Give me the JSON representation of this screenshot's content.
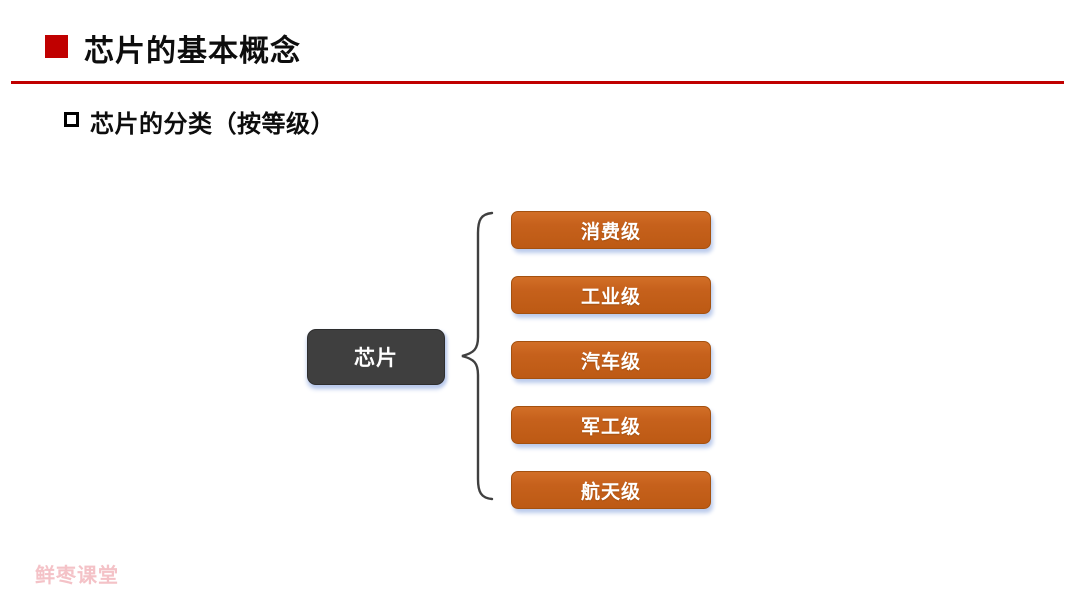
{
  "slide": {
    "title": "芯片的基本概念",
    "subtitle": "芯片的分类（按等级）",
    "watermark": "鲜枣课堂"
  },
  "diagram": {
    "root_label": "芯片",
    "categories": [
      {
        "label": "消费级"
      },
      {
        "label": "工业级"
      },
      {
        "label": "汽车级"
      },
      {
        "label": "军工级"
      },
      {
        "label": "航天级"
      }
    ]
  },
  "icons": {
    "title_bullet": "red-filled-square",
    "subtitle_bullet": "black-outlined-square",
    "brace": "left-curly-brace"
  },
  "colors": {
    "accent_red": "#C00000",
    "box_orange": "#C6611C",
    "box_orange_border": "#A4510F",
    "root_gray": "#3F3F3F",
    "shadow_blue": "#BACAEC",
    "watermark_pink": "#F4C2C7",
    "brace_stroke": "#404040"
  }
}
